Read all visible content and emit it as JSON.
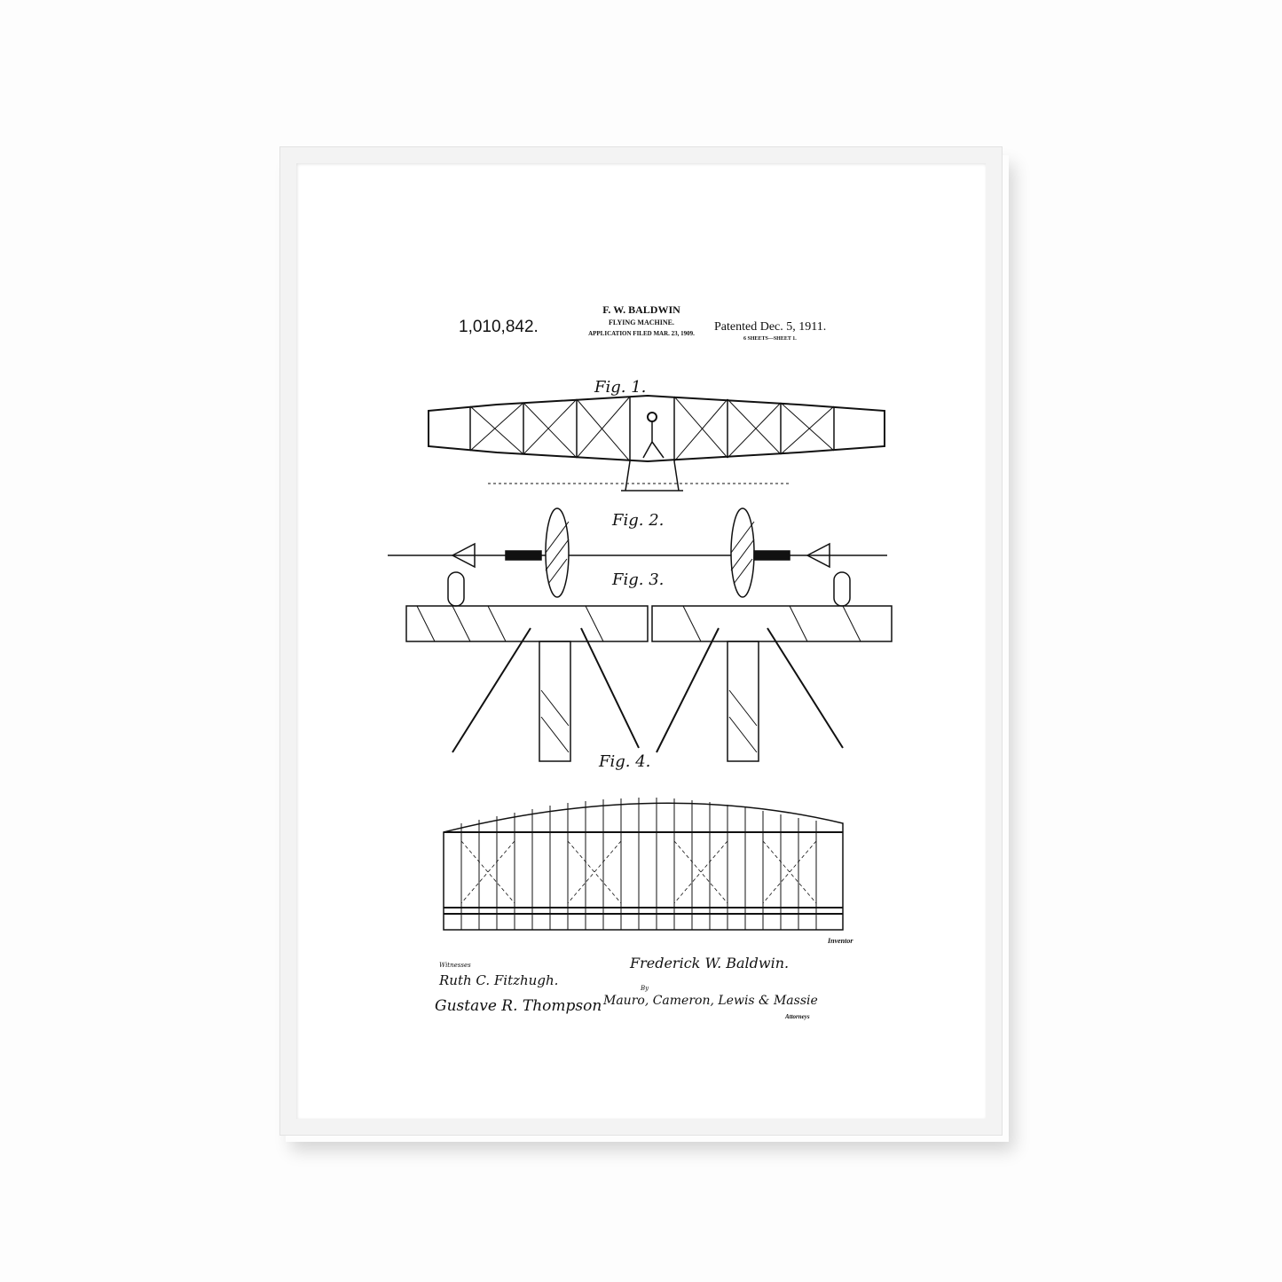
{
  "patent": {
    "inventor_name": "F. W. BALDWIN",
    "title": "FLYING MACHINE.",
    "application": "APPLICATION FILED MAR. 23, 1909.",
    "number": "1,010,842.",
    "patented": "Patented Dec. 5, 1911.",
    "sheets": "6 SHEETS—SHEET 1."
  },
  "figures": [
    "Fig. 1.",
    "Fig. 2.",
    "Fig. 3.",
    "Fig. 4."
  ],
  "labels": {
    "inventor": "Inventor",
    "witnesses": "Witnesses",
    "by": "By",
    "attorneys": "Attorneys"
  },
  "signatures": {
    "witness1": "Ruth C. Fitzhugh.",
    "witness2": "Gustave R. Thompson",
    "inventor": "Frederick W. Baldwin.",
    "attorneys": "Mauro, Cameron, Lewis & Massie"
  }
}
